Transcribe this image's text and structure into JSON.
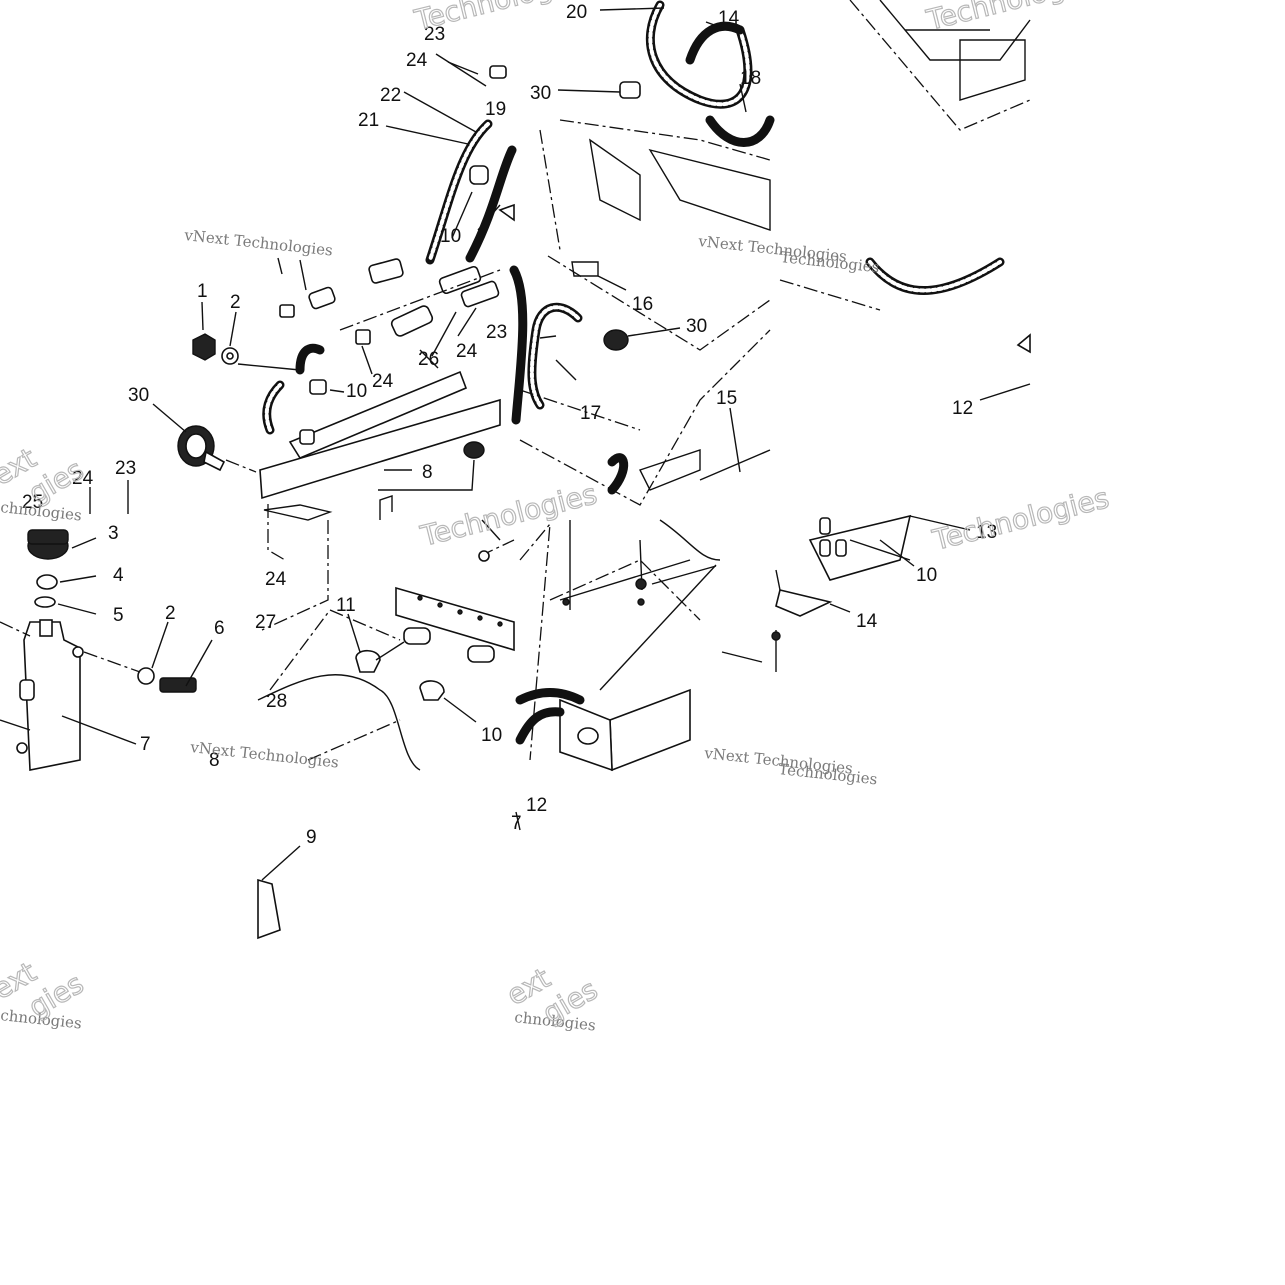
{
  "callouts": [
    {
      "label": "20"
    },
    {
      "label": "14"
    },
    {
      "label": "23"
    },
    {
      "label": "24"
    },
    {
      "label": "30"
    },
    {
      "label": "18"
    },
    {
      "label": "22"
    },
    {
      "label": "19"
    },
    {
      "label": "21"
    },
    {
      "label": "10"
    },
    {
      "label": "16"
    },
    {
      "label": "1"
    },
    {
      "label": "2"
    },
    {
      "label": "23"
    },
    {
      "label": "30"
    },
    {
      "label": "24"
    },
    {
      "label": "26"
    },
    {
      "label": "10"
    },
    {
      "label": "24"
    },
    {
      "label": "17"
    },
    {
      "label": "30"
    },
    {
      "label": "15"
    },
    {
      "label": "12"
    },
    {
      "label": "8"
    },
    {
      "label": "24"
    },
    {
      "label": "23"
    },
    {
      "label": "25"
    },
    {
      "label": "3"
    },
    {
      "label": "4"
    },
    {
      "label": "5"
    },
    {
      "label": "2"
    },
    {
      "label": "6"
    },
    {
      "label": "24"
    },
    {
      "label": "11"
    },
    {
      "label": "27"
    },
    {
      "label": "28"
    },
    {
      "label": "10"
    },
    {
      "label": "7"
    },
    {
      "label": "8"
    },
    {
      "label": "13"
    },
    {
      "label": "10"
    },
    {
      "label": "14"
    },
    {
      "label": "12"
    },
    {
      "label": "9"
    },
    {
      "label": "7"
    }
  ],
  "watermarks": {
    "publisher_line": "vNext Technologies",
    "brand": "Technologies",
    "fragment_next": "ext",
    "fragment_gies": "gies",
    "fragment_technologies": "Technologies",
    "fragment_chnologies": "chnologies"
  }
}
